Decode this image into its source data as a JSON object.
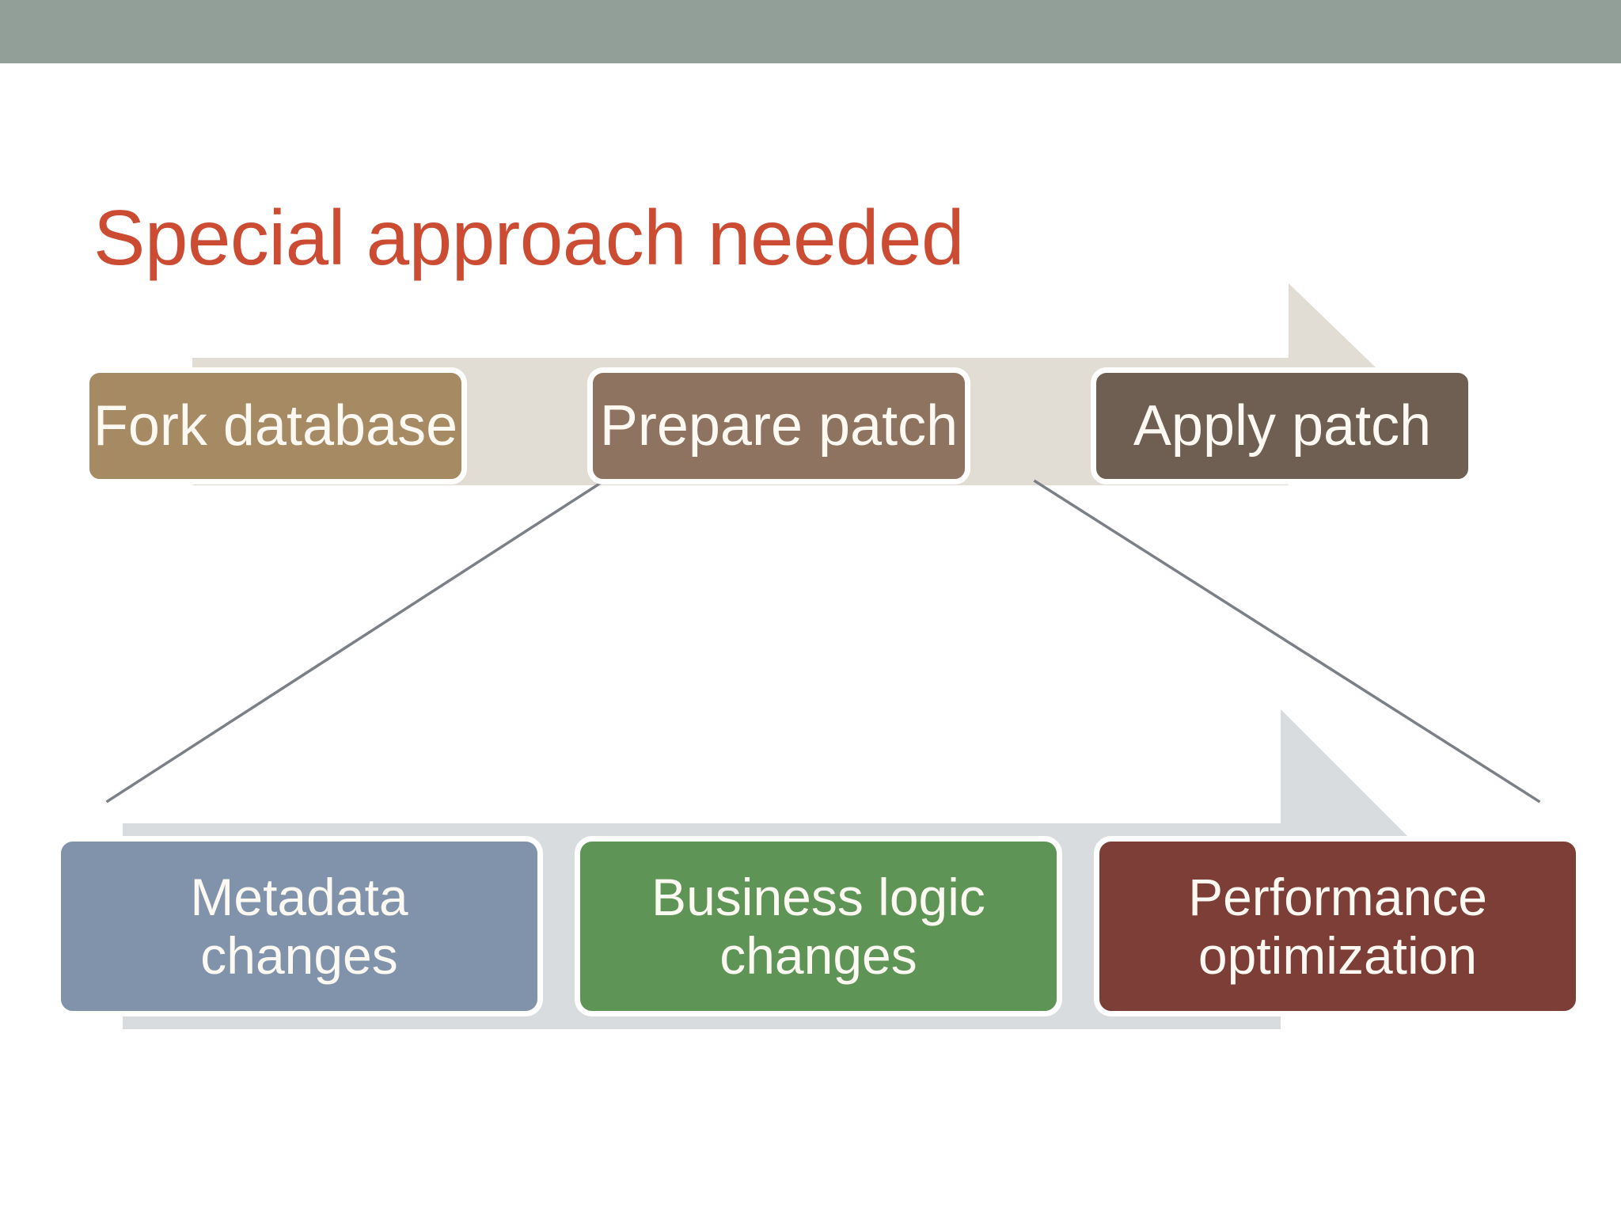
{
  "slide": {
    "title": "Special approach needed",
    "title_color": "#CB4B33",
    "header_bar_color": "#929F99",
    "background_color": "#FFFFFF"
  },
  "diagram": {
    "type": "two-stage-process-arrows",
    "top_arrow": {
      "name": "process-arrow-top",
      "fill": "#E2DDD4",
      "direction": "right",
      "steps": [
        {
          "label": "Fork database",
          "color": "#A68A63"
        },
        {
          "label": "Prepare patch",
          "color": "#8E7360"
        },
        {
          "label": "Apply patch",
          "color": "#6E5F52"
        }
      ]
    },
    "bottom_arrow": {
      "name": "process-arrow-bottom",
      "fill": "#D9DCDE",
      "direction": "right",
      "steps": [
        {
          "label": "Metadata\nchanges",
          "color": "#8193AB"
        },
        {
          "label": "Business logic\nchanges",
          "color": "#5E9456"
        },
        {
          "label": "Performance\noptimization",
          "color": "#7E3E38"
        }
      ]
    },
    "connectors": {
      "color": "#7A8085",
      "count": 2,
      "from": "Prepare patch",
      "to": "bottom process arrow"
    }
  }
}
